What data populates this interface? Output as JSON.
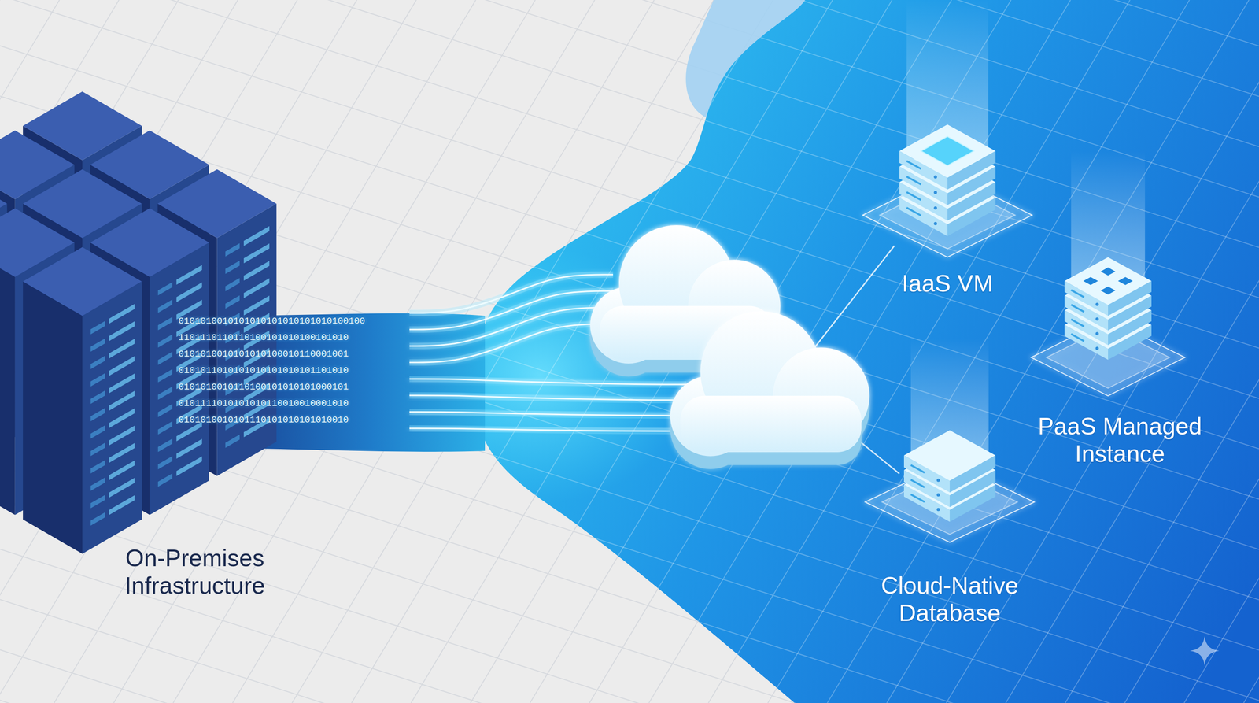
{
  "diagram": {
    "nodes": [
      {
        "text": [
          "On-Premises Infrastructure"
        ]
      },
      {
        "text": [
          "IaaS VM"
        ]
      },
      {
        "text": [
          "PaaS Managed Instance"
        ]
      },
      {
        "text": [
          "Cloud-Native Database"
        ]
      }
    ],
    "labels": [
      "0101010010101010101010101010100100",
      "1101110110110100101010100101010",
      "0101010010101010100010110001001",
      "0101011010101010101010101101010",
      "0101010010110100101010101000101",
      "0101111010101010110010010001010",
      "0101010010101110101010101010010"
    ]
  }
}
